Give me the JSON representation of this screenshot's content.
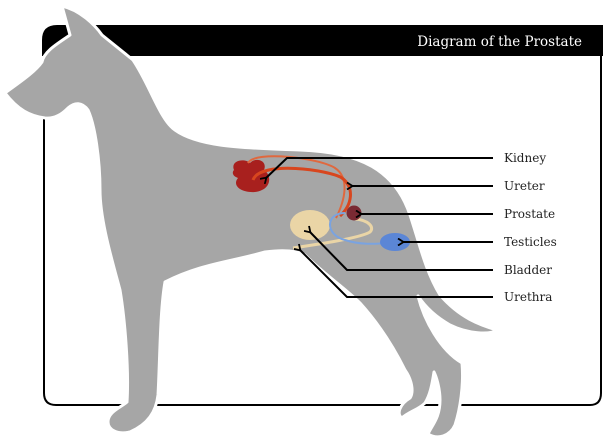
{
  "header": {
    "title": "Diagram of the Prostate"
  },
  "labels": [
    {
      "id": "kidney",
      "text": "Kidney"
    },
    {
      "id": "ureter",
      "text": "Ureter"
    },
    {
      "id": "prostate",
      "text": "Prostate"
    },
    {
      "id": "testicles",
      "text": "Testicles"
    },
    {
      "id": "bladder",
      "text": "Bladder"
    },
    {
      "id": "urethra",
      "text": "Urethra"
    }
  ],
  "colors": {
    "dog": "#a6a6a6",
    "kidney": "#a8201e",
    "ureter": "#d8461e",
    "prostate": "#7a2a33",
    "testicles": "#5b86d6",
    "bladder": "#ead5a6"
  }
}
